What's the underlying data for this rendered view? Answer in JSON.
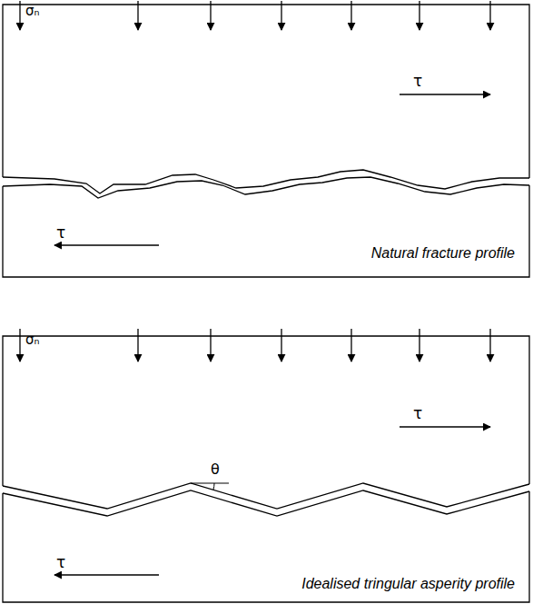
{
  "diagram": {
    "labels": [
      "σₙ",
      "τ",
      "τ",
      "Natural fracture profile",
      "σₙ",
      "θ",
      "τ",
      "τ",
      "Idealised tringular asperity profile"
    ]
  }
}
